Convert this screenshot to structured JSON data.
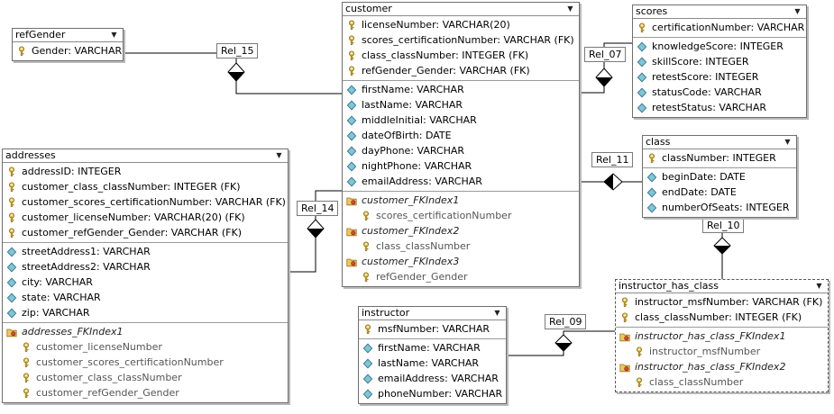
{
  "relationships": [
    "Rel_15",
    "Rel_07",
    "Rel_11",
    "Rel_14",
    "Rel_10",
    "Rel_09"
  ],
  "tables": {
    "refGender": {
      "name": "refGender",
      "groups": [
        [
          {
            "icon": "key",
            "text": "Gender: VARCHAR"
          }
        ]
      ]
    },
    "customer": {
      "name": "customer",
      "groups": [
        [
          {
            "icon": "key",
            "text": "licenseNumber: VARCHAR(20)"
          },
          {
            "icon": "key",
            "text": "scores_certificationNumber: VARCHAR (FK)"
          },
          {
            "icon": "key",
            "text": "class_classNumber: INTEGER (FK)"
          },
          {
            "icon": "key",
            "text": "refGender_Gender: VARCHAR (FK)"
          }
        ],
        [
          {
            "icon": "attr",
            "text": "firstName: VARCHAR"
          },
          {
            "icon": "attr",
            "text": "lastName: VARCHAR"
          },
          {
            "icon": "attr",
            "text": "middleInitial: VARCHAR"
          },
          {
            "icon": "attr",
            "text": "dateOfBirth: DATE"
          },
          {
            "icon": "attr",
            "text": "dayPhone: VARCHAR"
          },
          {
            "icon": "attr",
            "text": "nightPhone: VARCHAR"
          },
          {
            "icon": "attr",
            "text": "emailAddress: VARCHAR"
          }
        ],
        [
          {
            "icon": "index",
            "text": "customer_FKIndex1",
            "kind": "idx"
          },
          {
            "icon": "key",
            "text": "scores_certificationNumber",
            "kind": "sub"
          },
          {
            "icon": "index",
            "text": "customer_FKIndex2",
            "kind": "idx"
          },
          {
            "icon": "key",
            "text": "class_classNumber",
            "kind": "sub"
          },
          {
            "icon": "index",
            "text": "customer_FKIndex3",
            "kind": "idx"
          },
          {
            "icon": "key",
            "text": "refGender_Gender",
            "kind": "sub"
          }
        ]
      ]
    },
    "scores": {
      "name": "scores",
      "groups": [
        [
          {
            "icon": "key",
            "text": "certificationNumber: VARCHAR"
          }
        ],
        [
          {
            "icon": "attr",
            "text": "knowledgeScore: INTEGER"
          },
          {
            "icon": "attr",
            "text": "skillScore: INTEGER"
          },
          {
            "icon": "attr",
            "text": "retestScore: INTEGER"
          },
          {
            "icon": "attr",
            "text": "statusCode: VARCHAR"
          },
          {
            "icon": "attr",
            "text": "retestStatus: VARCHAR"
          }
        ]
      ]
    },
    "addresses": {
      "name": "addresses",
      "groups": [
        [
          {
            "icon": "key",
            "text": "addressID: INTEGER"
          },
          {
            "icon": "key",
            "text": "customer_class_classNumber: INTEGER (FK)"
          },
          {
            "icon": "key",
            "text": "customer_scores_certificationNumber: VARCHAR (FK)"
          },
          {
            "icon": "key",
            "text": "customer_licenseNumber: VARCHAR(20) (FK)"
          },
          {
            "icon": "key",
            "text": "customer_refGender_Gender: VARCHAR (FK)"
          }
        ],
        [
          {
            "icon": "attr",
            "text": "streetAddress1: VARCHAR"
          },
          {
            "icon": "attr",
            "text": "streetAddress2: VARCHAR"
          },
          {
            "icon": "attr",
            "text": "city: VARCHAR"
          },
          {
            "icon": "attr",
            "text": "state: VARCHAR"
          },
          {
            "icon": "attr",
            "text": "zip: VARCHAR"
          }
        ],
        [
          {
            "icon": "index",
            "text": "addresses_FKIndex1",
            "kind": "idx"
          },
          {
            "icon": "key",
            "text": "customer_licenseNumber",
            "kind": "sub"
          },
          {
            "icon": "key",
            "text": "customer_scores_certificationNumber",
            "kind": "sub"
          },
          {
            "icon": "key",
            "text": "customer_class_classNumber",
            "kind": "sub"
          },
          {
            "icon": "key",
            "text": "customer_refGender_Gender",
            "kind": "sub"
          }
        ]
      ]
    },
    "class": {
      "name": "class",
      "groups": [
        [
          {
            "icon": "key",
            "text": "classNumber: INTEGER"
          }
        ],
        [
          {
            "icon": "attr",
            "text": "beginDate: DATE"
          },
          {
            "icon": "attr",
            "text": "endDate: DATE"
          },
          {
            "icon": "attr",
            "text": "numberOfSeats: INTEGER"
          }
        ]
      ]
    },
    "instructor_has_class": {
      "name": "instructor_has_class",
      "groups": [
        [
          {
            "icon": "key",
            "text": "instructor_msfNumber: VARCHAR (FK)"
          },
          {
            "icon": "key",
            "text": "class_classNumber: INTEGER (FK)"
          }
        ],
        [
          {
            "icon": "index",
            "text": "instructor_has_class_FKIndex1",
            "kind": "idx"
          },
          {
            "icon": "key",
            "text": "instructor_msfNumber",
            "kind": "sub"
          },
          {
            "icon": "index",
            "text": "instructor_has_class_FKIndex2",
            "kind": "idx"
          },
          {
            "icon": "key",
            "text": "class_classNumber",
            "kind": "sub"
          }
        ]
      ]
    },
    "instructor": {
      "name": "instructor",
      "groups": [
        [
          {
            "icon": "key",
            "text": "msfNumber: VARCHAR"
          }
        ],
        [
          {
            "icon": "attr",
            "text": "firstName: VARCHAR"
          },
          {
            "icon": "attr",
            "text": "lastName: VARCHAR"
          },
          {
            "icon": "attr",
            "text": "emailAddress: VARCHAR"
          },
          {
            "icon": "attr",
            "text": "phoneNumber: VARCHAR"
          }
        ]
      ]
    }
  }
}
